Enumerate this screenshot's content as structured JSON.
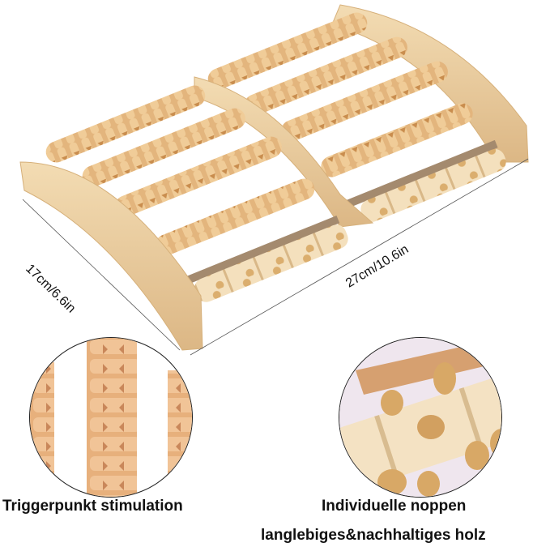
{
  "product": {
    "name": "wooden-foot-massage-roller",
    "colors": {
      "wood_light": "#f2d9b0",
      "wood_mid": "#e0b27a",
      "wood_dark": "#c98d4e",
      "frame": "#ecd0a2",
      "rod": "#a48a6e",
      "line": "#555555"
    }
  },
  "dimensions": {
    "width_label": "17cm/6.6in",
    "length_label": "27cm/10.6in"
  },
  "details": [
    {
      "caption": "Triggerpunkt stimulation"
    },
    {
      "caption": "Individuelle noppen"
    }
  ],
  "footer": {
    "tagline": "langlebiges&nachhaltiges holz"
  }
}
